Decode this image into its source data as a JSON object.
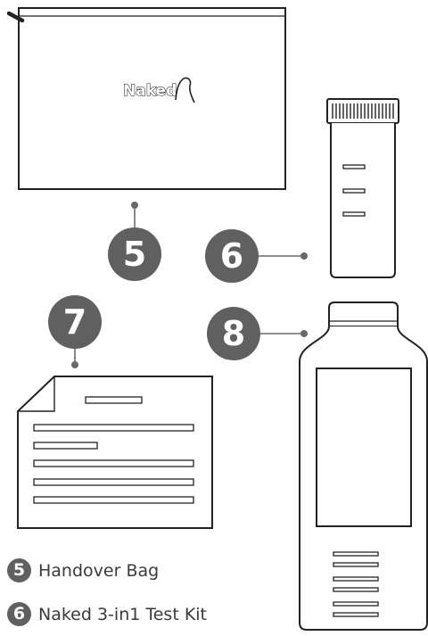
{
  "bag": {
    "logo_text": "Naked"
  },
  "callouts": [
    {
      "number": "5"
    },
    {
      "number": "6"
    },
    {
      "number": "7"
    },
    {
      "number": "8"
    }
  ],
  "legend": [
    {
      "number": "5",
      "label": "Handover Bag"
    },
    {
      "number": "6",
      "label": "Naked 3-in1 Test Kit"
    }
  ],
  "colors": {
    "badge": "#606060",
    "line": "#222222",
    "leader": "#6a6a6a",
    "text": "#3a3a3a"
  }
}
